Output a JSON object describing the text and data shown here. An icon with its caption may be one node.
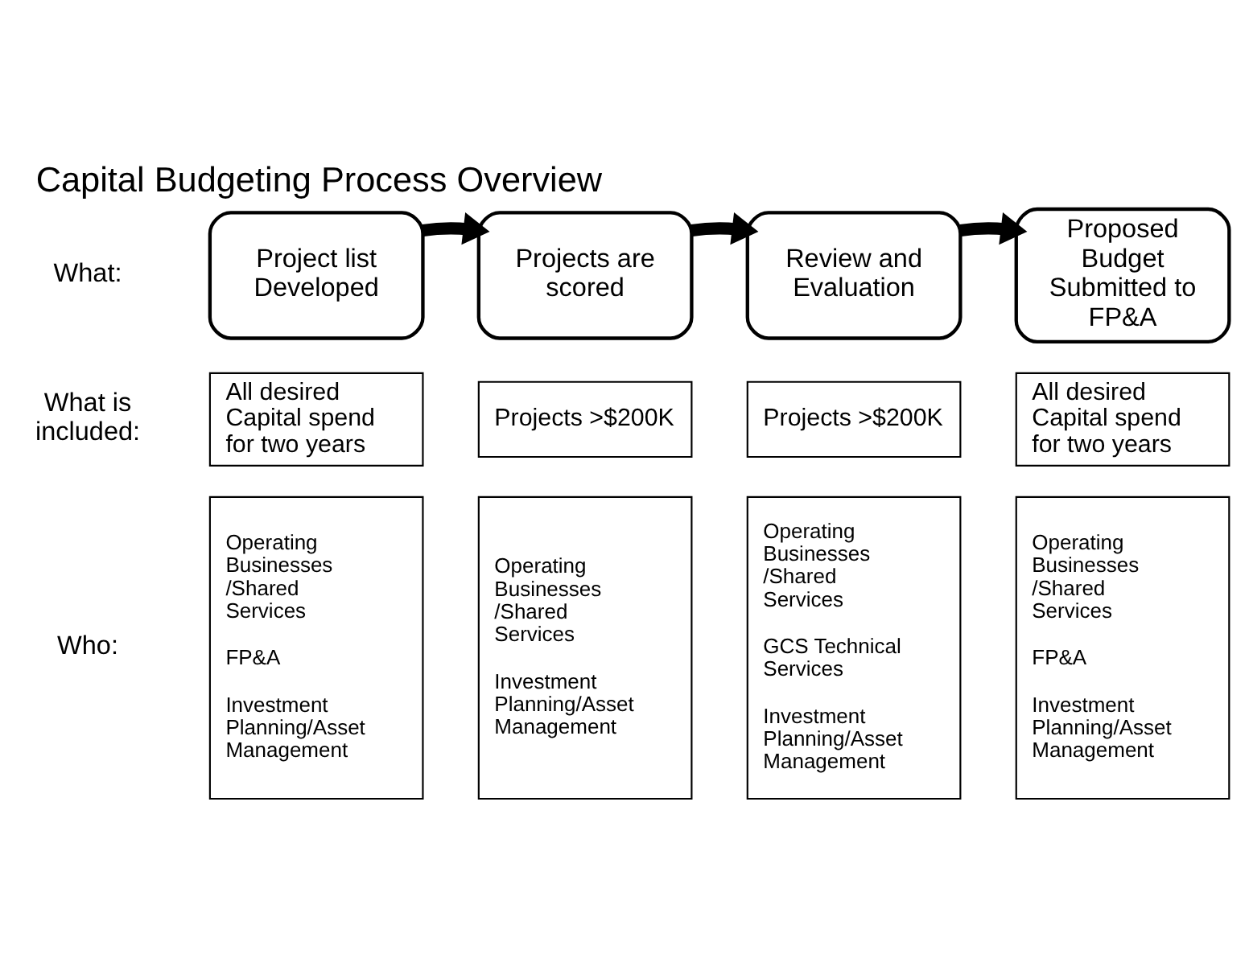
{
  "diagram": {
    "title": "Capital Budgeting Process Overview",
    "nodes": [
      {
        "text": [
          "Project list Developed"
        ]
      },
      {
        "text": [
          "Projects are scored"
        ]
      },
      {
        "text": [
          "Review and Evaluation"
        ]
      },
      {
        "text": [
          "Proposed Budget Submitted to FP&A"
        ]
      },
      {
        "text": [
          "All desired Capital spend for two years"
        ]
      },
      {
        "text": [
          "Projects >$200K"
        ]
      },
      {
        "text": [
          "Projects >$200K"
        ]
      },
      {
        "text": [
          "All desired Capital spend for two years"
        ]
      },
      {
        "text": [
          "Operating Businesses /Shared Services",
          "FP&A",
          "Investment Planning/Asset Management"
        ]
      },
      {
        "text": [
          "Operating Businesses /Shared Services",
          "Investment Planning/Asset Management"
        ]
      },
      {
        "text": [
          "Operating Businesses /Shared Services",
          "GCS Technical Services",
          "Investment Planning/Asset Management"
        ]
      },
      {
        "text": [
          "Operating Businesses /Shared Services",
          "FP&A",
          "Investment Planning/Asset Management"
        ]
      }
    ],
    "edges": [
      {
        "from": 0,
        "to": 1,
        "arrow": "to"
      },
      {
        "from": 1,
        "to": 2,
        "arrow": "to"
      },
      {
        "from": 2,
        "to": 3,
        "arrow": "to"
      }
    ],
    "labels": [
      "What:",
      "What is included:",
      "Who:"
    ]
  }
}
